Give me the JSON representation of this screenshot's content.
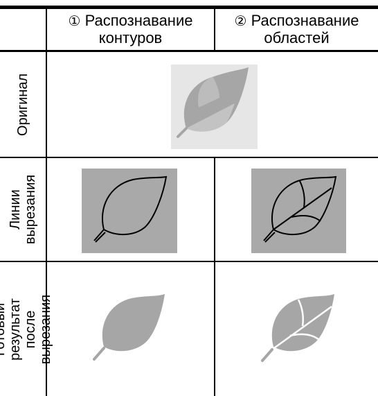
{
  "columns": {
    "col1": {
      "number": "①",
      "label": "Распознавание\nконтуров"
    },
    "col2": {
      "number": "②",
      "label": "Распознавание\nобластей"
    }
  },
  "rows": {
    "original": "Оригинал",
    "cut_lines": "Линии\nвырезания",
    "result": "Готовый результат\nпосле вырезания"
  },
  "colors": {
    "panel_gray": "#a9a9a9",
    "original_bg": "#e6e6e6",
    "leaf_dark": "#a6a6a6",
    "leaf_light": "#c3c3c3",
    "line": "#000000",
    "vein_white": "#ffffff"
  }
}
